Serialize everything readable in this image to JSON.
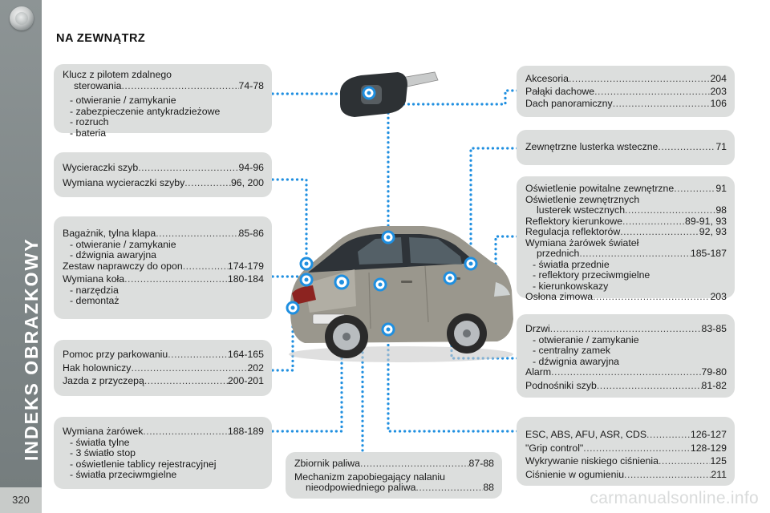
{
  "sidebar": {
    "vertical_title": "INDEKS OBRAZKOWY",
    "page_number": "320"
  },
  "heading": "NA ZEWNĄTRZ",
  "watermark": "carmanualsonline.info",
  "colors": {
    "sidebar": "#7d8586",
    "box": "#dcdedd",
    "marker": "#1f8fe0",
    "car_body": "#9a978d"
  },
  "boxes": {
    "key": {
      "line1": "Klucz z pilotem zdalnego",
      "line2": {
        "text": "sterowania",
        "page": "74-78"
      },
      "items": [
        "otwieranie / zamykanie",
        "zabezpieczenie antykradzieżowe",
        "rozruch",
        "bateria"
      ]
    },
    "wipers": {
      "rows": [
        {
          "text": "Wycieraczki szyb",
          "page": "94-96"
        },
        {
          "text": "Wymiana wycieraczki szyby",
          "page": "96, 200"
        }
      ]
    },
    "boot": {
      "row1": {
        "text": "Bagażnik, tylna klapa",
        "page": "85-86"
      },
      "items1": [
        "otwieranie / zamykanie",
        "dźwignia awaryjna"
      ],
      "row2": {
        "text": "Zestaw naprawczy do opon",
        "page": "174-179"
      },
      "row3": {
        "text": "Wymiana koła",
        "page": "180-184"
      },
      "items2": [
        "narzędzia",
        "demontaż"
      ]
    },
    "parking": {
      "rows": [
        {
          "text": "Pomoc przy parkowaniu",
          "page": "164-165"
        },
        {
          "text": "Hak holowniczy",
          "page": "202"
        },
        {
          "text": "Jazda z przyczepą",
          "page": "200-201"
        }
      ]
    },
    "bulbs": {
      "row1": {
        "text": "Wymiana żarówek",
        "page": "188-189"
      },
      "items": [
        "światła tylne",
        "3 światło stop",
        "oświetlenie tablicy rejestracyjnej",
        "światła przeciwmgielne"
      ]
    },
    "fuel": {
      "row1": {
        "text": "Zbiornik paliwa",
        "page": "87-88"
      },
      "line2": "Mechanizm zapobiegający nalaniu",
      "line3": {
        "text": "nieodpowiedniego paliwa",
        "page": "88"
      }
    },
    "accessories": {
      "rows": [
        {
          "text": "Akcesoria",
          "page": "204"
        },
        {
          "text": "Pałąki dachowe",
          "page": "203"
        },
        {
          "text": "Dach panoramiczny",
          "page": "106"
        }
      ]
    },
    "mirrors": {
      "rows": [
        {
          "text": "Zewnętrzne lusterka wsteczne",
          "page": "71"
        }
      ]
    },
    "lighting": {
      "row1": {
        "text": "Oświetlenie powitalne zewnętrzne",
        "page": "91"
      },
      "line2": "Oświetlenie zewnętrznych",
      "line3": {
        "text": "lusterek wstecznych",
        "page": "98"
      },
      "row4": {
        "text": "Reflektory kierunkowe",
        "page": "89-91, 93"
      },
      "row5": {
        "text": "Regulacja reflektorów",
        "page": "92, 93"
      },
      "line6": "Wymiana żarówek świateł",
      "line7": {
        "text": "przednich",
        "page": "185-187"
      },
      "items": [
        "światła przednie",
        "reflektory przeciwmgielne",
        "kierunkowskazy"
      ],
      "row8": {
        "text": "Osłona zimowa",
        "page": "203"
      }
    },
    "doors": {
      "row1": {
        "text": "Drzwi",
        "page": "83-85"
      },
      "items": [
        "otwieranie / zamykanie",
        "centralny zamek",
        "dźwignia awaryjna"
      ],
      "row2": {
        "text": "Alarm",
        "page": "79-80"
      },
      "row3": {
        "text": "Podnośniki szyb",
        "page": "81-82"
      }
    },
    "esc": {
      "rows": [
        {
          "text": "ESC, ABS, AFU, ASR, CDS",
          "page": "126-127"
        },
        {
          "text": "\"Grip control\"",
          "page": "128-129"
        },
        {
          "text": "Wykrywanie niskiego ciśnienia",
          "page": "125"
        },
        {
          "text": "Ciśnienie w ogumieniu",
          "page": "211"
        }
      ]
    }
  }
}
